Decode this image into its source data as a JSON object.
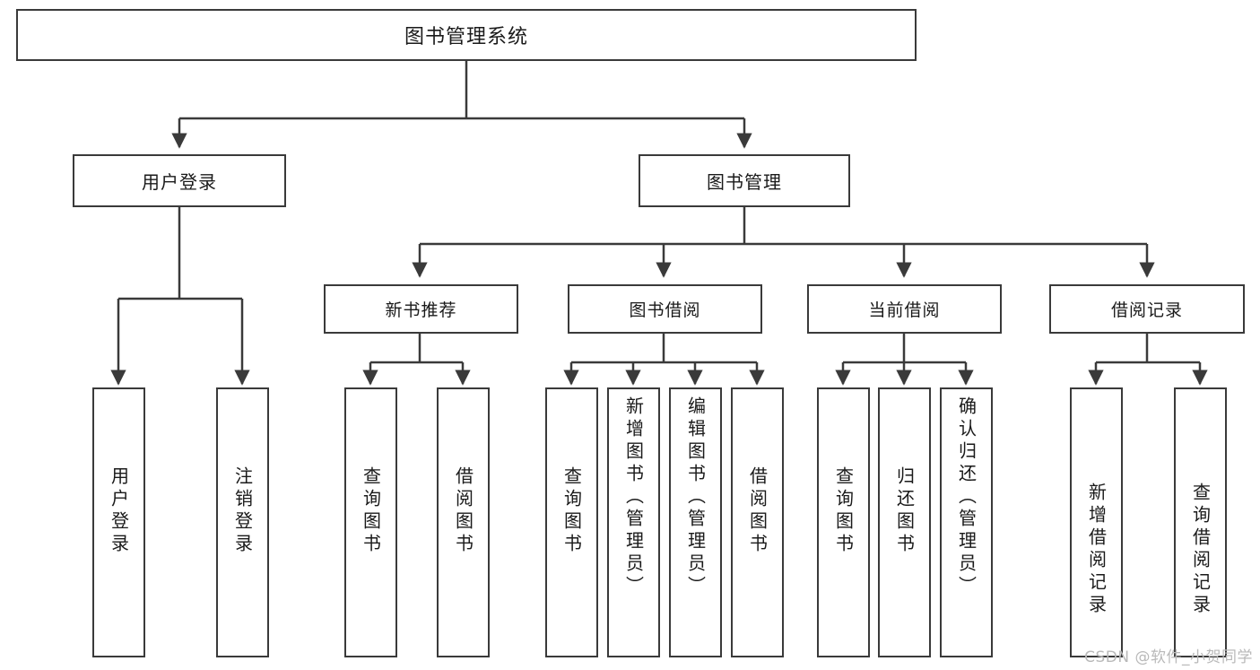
{
  "diagram": {
    "type": "tree",
    "title": "图书管理系统",
    "root": {
      "label": "图书管理系统"
    },
    "level2": [
      {
        "label": "用户登录"
      },
      {
        "label": "图书管理"
      }
    ],
    "level3": [
      {
        "label": "新书推荐"
      },
      {
        "label": "图书借阅"
      },
      {
        "label": "当前借阅"
      },
      {
        "label": "借阅记录"
      }
    ],
    "leaves": {
      "user_login": [
        {
          "label": "用户登录"
        },
        {
          "label": "注销登录"
        }
      ],
      "new_book_recommend": [
        {
          "label": "查询图书"
        },
        {
          "label": "借阅图书"
        }
      ],
      "book_borrow": [
        {
          "label": "查询图书"
        },
        {
          "label": "新增图书（管理员）"
        },
        {
          "label": "编辑图书（管理员）"
        },
        {
          "label": "借阅图书"
        }
      ],
      "current_borrow": [
        {
          "label": "查询图书"
        },
        {
          "label": "归还图书"
        },
        {
          "label": "确认归还（管理员）"
        }
      ],
      "borrow_record": [
        {
          "label": "新增借阅记录"
        },
        {
          "label": "查询借阅记录"
        }
      ]
    }
  },
  "watermark": {
    "text": "CSDN @软件_小贺同学"
  },
  "colors": {
    "border": "#3a3a3a",
    "background": "#ffffff",
    "text": "#1a1a1a",
    "watermark": "#b9b9b9"
  }
}
